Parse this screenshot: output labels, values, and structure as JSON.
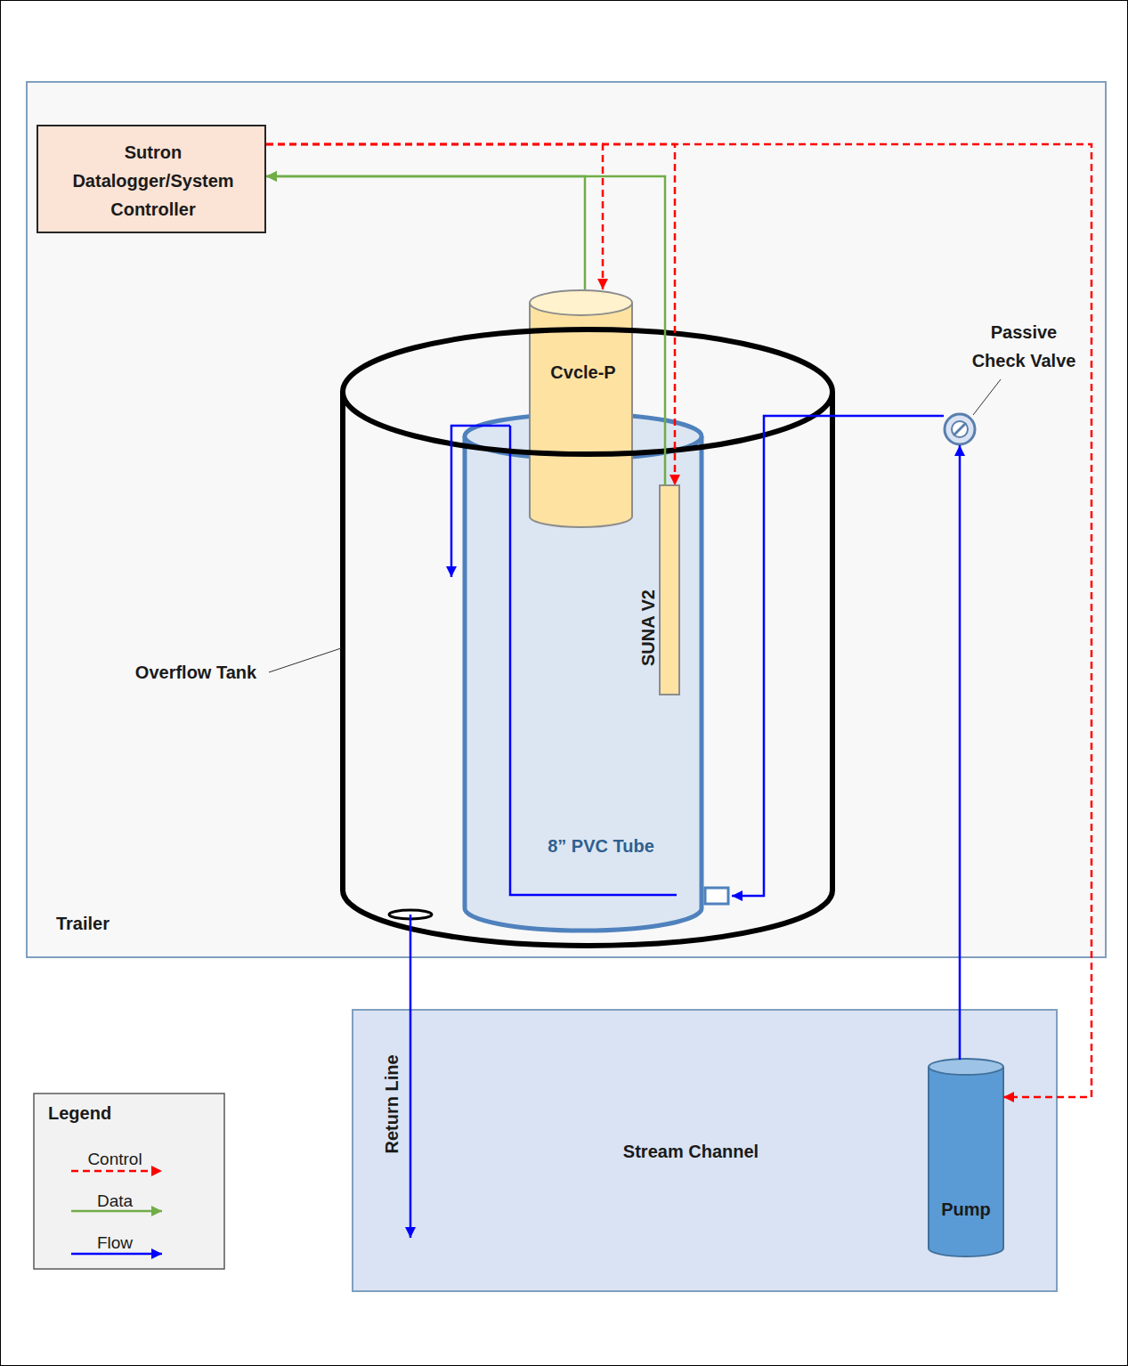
{
  "diagram": {
    "nodes": [
      {
        "text": [
          "Trailer"
        ]
      },
      {
        "text": [
          "Sutron Datalogger/System Controller"
        ],
        "in": 0
      },
      {
        "text": [
          "Passive Check Valve"
        ],
        "in": 0
      },
      {
        "text": [
          "Overflow Tank"
        ],
        "in": 0
      },
      {
        "text": [
          "8” PVC Tube"
        ],
        "in": 3
      },
      {
        "text": [
          "Cvcle-P"
        ],
        "in": 4
      },
      {
        "text": [
          "SUNA V2"
        ],
        "in": 4
      },
      {
        "text": [
          "Stream Channel"
        ]
      },
      {
        "text": [
          "Pump"
        ],
        "in": 7
      }
    ],
    "edges": [
      {
        "from": 1,
        "to": 5,
        "arrow": "to"
      },
      {
        "from": 1,
        "to": 6,
        "arrow": "to"
      },
      {
        "from": 1,
        "to": 8,
        "arrow": "to"
      },
      {
        "from": 5,
        "to": 1,
        "arrow": "to"
      },
      {
        "from": 6,
        "to": 1,
        "arrow": "to"
      },
      {
        "from": 8,
        "to": 2,
        "arrow": "to"
      },
      {
        "from": 2,
        "to": 4,
        "arrow": "to"
      },
      {
        "from": 4,
        "to": 3,
        "arrow": "to"
      },
      {
        "from": 3,
        "to": 7,
        "label": "Return Line",
        "arrow": "to"
      }
    ],
    "labels": [
      "Legend"
    ],
    "legend": [
      {
        "text": "Control"
      },
      {
        "text": "Data"
      },
      {
        "text": "Flow"
      }
    ]
  }
}
